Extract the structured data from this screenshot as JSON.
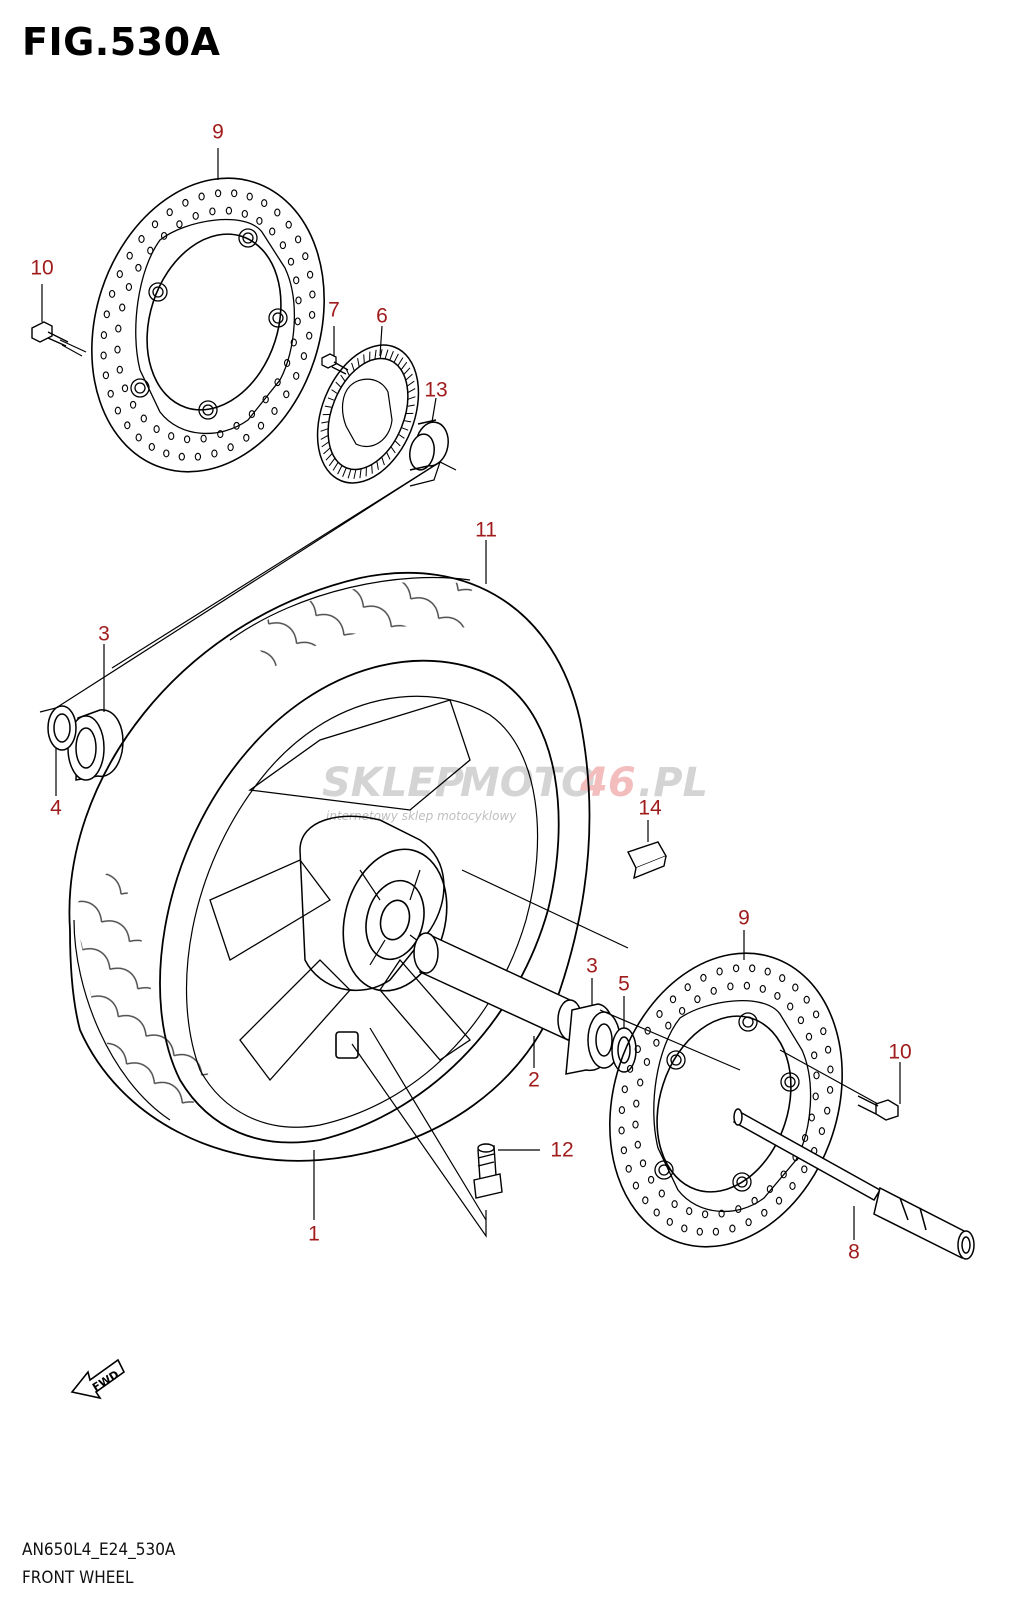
{
  "figure": {
    "title": "FIG.530A",
    "model_code": "AN650L4_E24_530A",
    "assembly_name": "FRONT WHEEL"
  },
  "watermark": {
    "brand_a": "SKLEP",
    "brand_b": "MOTO",
    "brand_c": "46",
    "brand_d": ".PL",
    "tagline": "internetowy sklep motocyklowy"
  },
  "fwd_label": "FWD",
  "callouts": [
    {
      "id": "c9a",
      "label": "9"
    },
    {
      "id": "c10a",
      "label": "10"
    },
    {
      "id": "c7",
      "label": "7"
    },
    {
      "id": "c6",
      "label": "6"
    },
    {
      "id": "c13",
      "label": "13"
    },
    {
      "id": "c11",
      "label": "11"
    },
    {
      "id": "c3a",
      "label": "3"
    },
    {
      "id": "c4",
      "label": "4"
    },
    {
      "id": "c14",
      "label": "14"
    },
    {
      "id": "c9b",
      "label": "9"
    },
    {
      "id": "c3b",
      "label": "3"
    },
    {
      "id": "c5",
      "label": "5"
    },
    {
      "id": "c10b",
      "label": "10"
    },
    {
      "id": "c2",
      "label": "2"
    },
    {
      "id": "c12",
      "label": "12"
    },
    {
      "id": "c1",
      "label": "1"
    },
    {
      "id": "c8",
      "label": "8"
    }
  ],
  "colors": {
    "callout": "#a01c1c",
    "line": "#000000",
    "watermark": "#c8c8c8",
    "watermark_accent": "#f0b8b8"
  }
}
